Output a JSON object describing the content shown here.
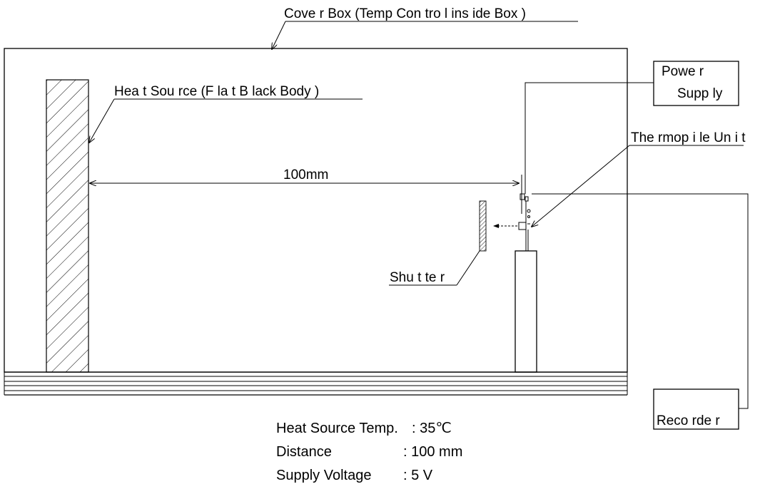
{
  "labels": {
    "cover_box": "Cove r Box (Temp Con tro l ins ide Box )",
    "heat_source": "Hea t Sou rce (F la t B lack Body )",
    "distance_dim": "100mm",
    "power_supply_line1": "Powe r",
    "power_supply_line2": "Supp ly",
    "thermopile_unit": "The rmop i le Un i t",
    "shutter": "Shu t te r",
    "recorder": "Reco rde r"
  },
  "conditions": {
    "temp_label": "Heat Source Temp.",
    "temp_value": ": 35℃",
    "distance_label": "Distance",
    "distance_value": ": 100 mm",
    "voltage_label": "Supply Voltage",
    "voltage_value": ": 5 V"
  }
}
